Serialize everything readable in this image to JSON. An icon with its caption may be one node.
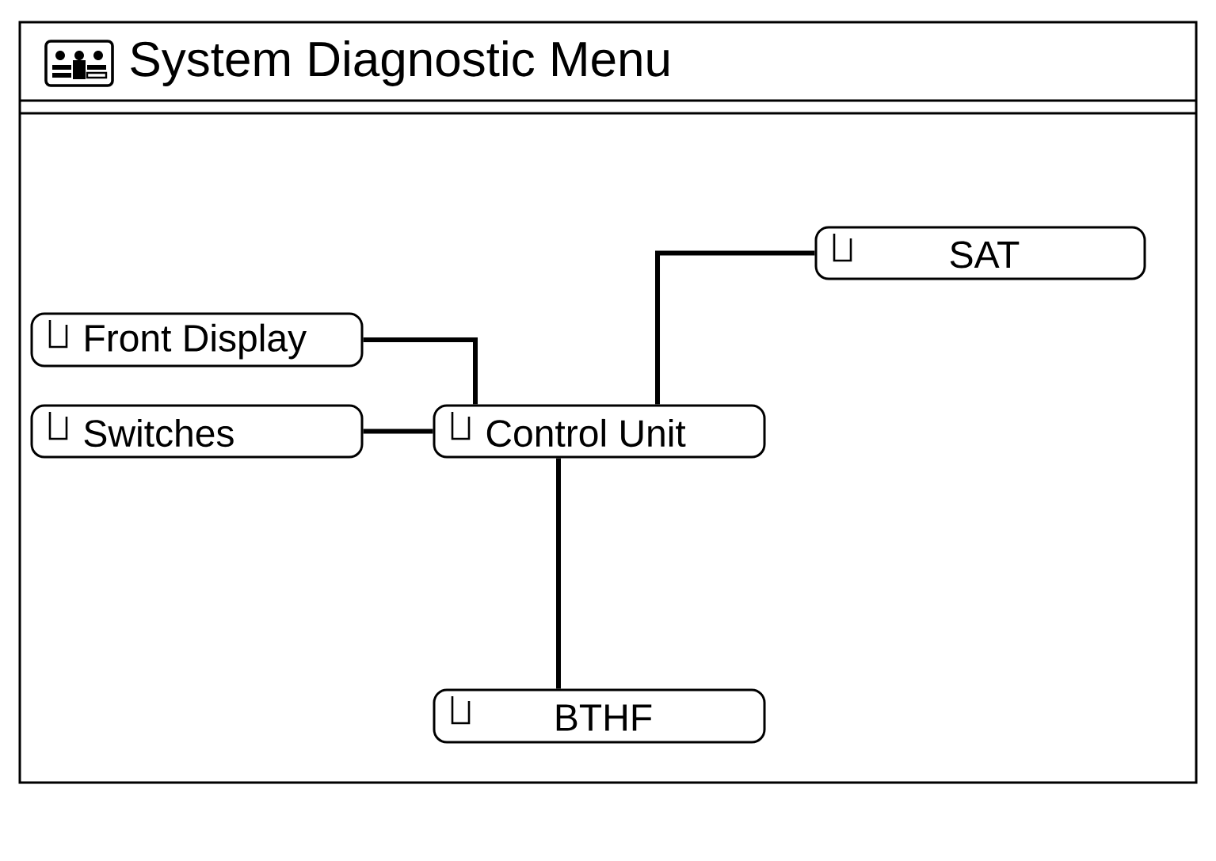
{
  "diagram": {
    "title": "System Diagnostic Menu",
    "nodes": [
      {
        "text": [
          "SAT"
        ]
      },
      {
        "text": [
          "Front Display"
        ]
      },
      {
        "text": [
          "Switches"
        ]
      },
      {
        "text": [
          "Control Unit"
        ]
      },
      {
        "text": [
          "BTHF"
        ]
      }
    ],
    "edges": [
      {
        "from": 1,
        "to": 3,
        "arrow": "none"
      },
      {
        "from": 2,
        "to": 3,
        "arrow": "none"
      },
      {
        "from": 3,
        "to": 0,
        "arrow": "none"
      },
      {
        "from": 3,
        "to": 4,
        "arrow": "none"
      }
    ]
  }
}
